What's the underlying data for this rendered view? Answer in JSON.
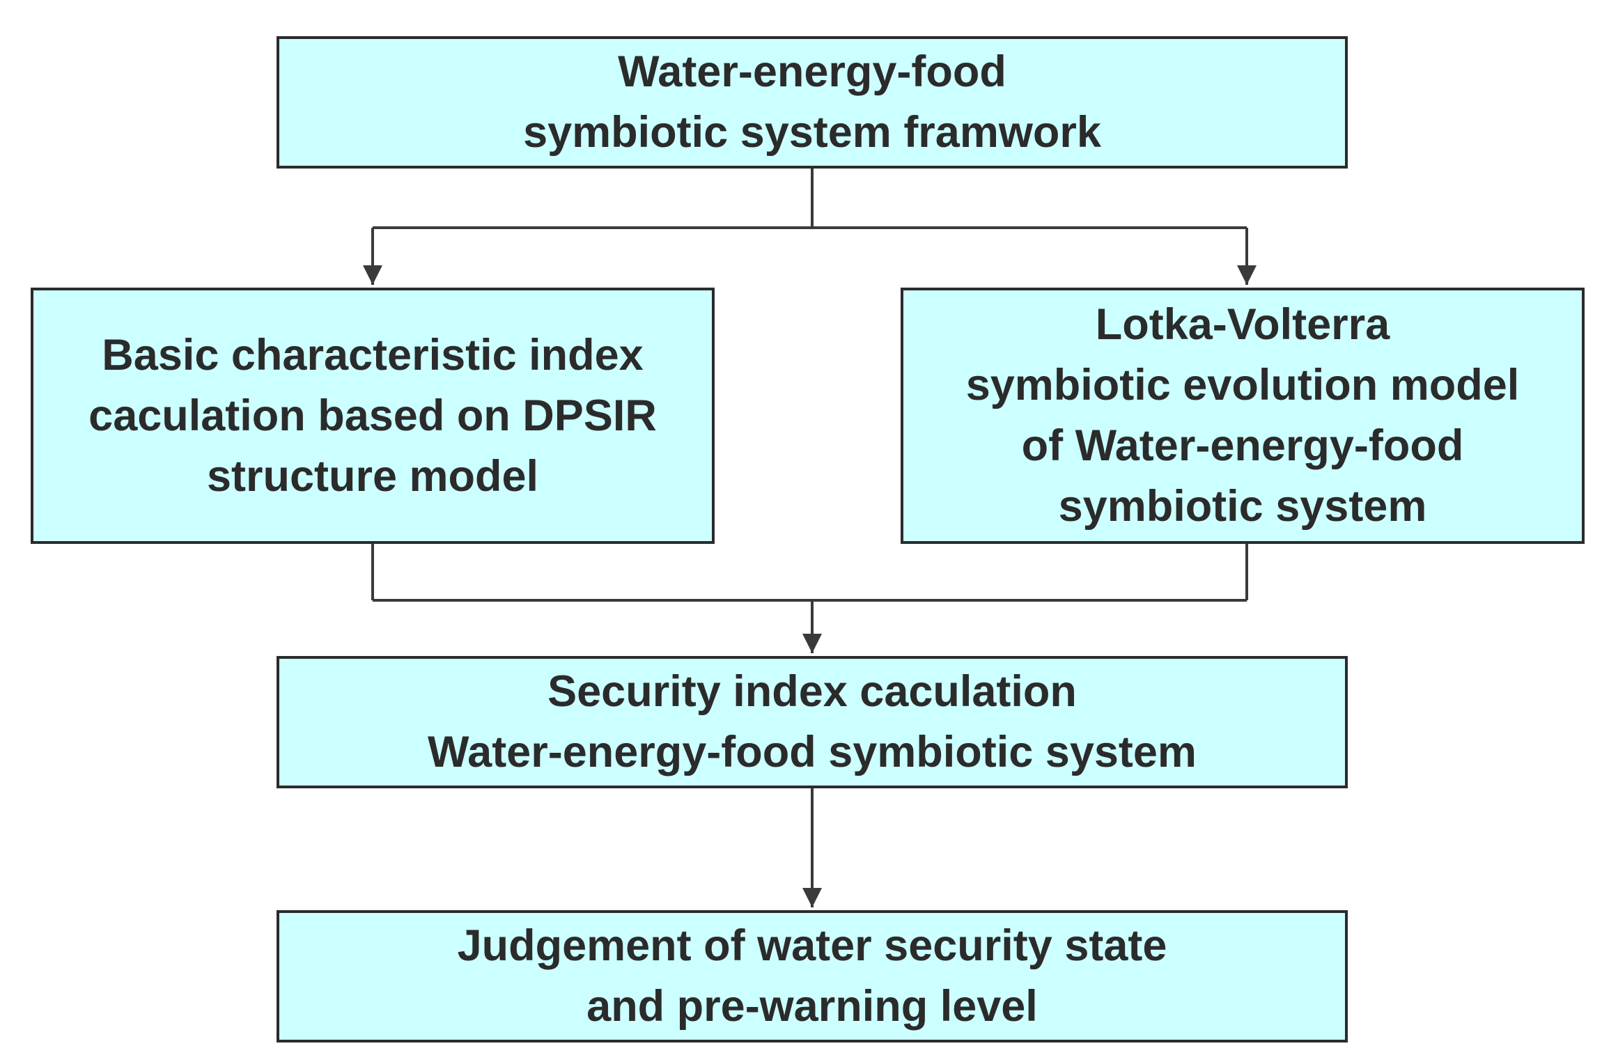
{
  "colors": {
    "box_fill": "#ccffff",
    "box_border": "#2b2b2b",
    "text": "#2b2b2b",
    "connector": "#3a3a3a"
  },
  "nodes": {
    "framework": {
      "lines": [
        "Water-energy-food",
        "symbiotic system framwork"
      ]
    },
    "dpsir": {
      "lines": [
        "Basic characteristic index",
        "caculation based on DPSIR",
        "structure model"
      ]
    },
    "lotka_volterra": {
      "lines": [
        "Lotka-Volterra",
        "symbiotic evolution model",
        "of Water-energy-food",
        "symbiotic system"
      ]
    },
    "security_index": {
      "lines": [
        "Security index caculation",
        "Water-energy-food symbiotic system"
      ]
    },
    "judgement": {
      "lines": [
        "Judgement of water security state",
        "and pre-warning level"
      ]
    }
  },
  "edges": [
    {
      "from": "framework",
      "to": "dpsir"
    },
    {
      "from": "framework",
      "to": "lotka_volterra"
    },
    {
      "from": "dpsir",
      "to": "security_index"
    },
    {
      "from": "lotka_volterra",
      "to": "security_index"
    },
    {
      "from": "security_index",
      "to": "judgement"
    }
  ]
}
